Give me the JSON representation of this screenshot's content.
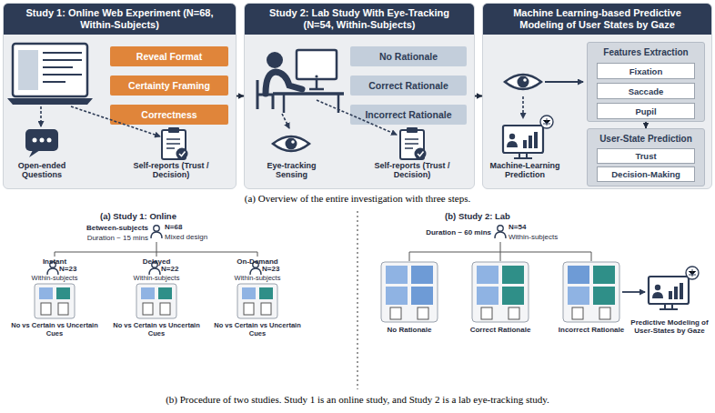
{
  "diagram": {
    "nodes": [
      {
        "text": [
          "Study 1: Online Web Experiment (N=68, Within-Subjects)"
        ]
      },
      {
        "text": [
          "Reveal Format"
        ],
        "in": 0
      },
      {
        "text": [
          "Certainty Framing"
        ],
        "in": 0
      },
      {
        "text": [
          "Correctness"
        ],
        "in": 0
      },
      {
        "text": [
          "Study 2: Lab Study With Eye-Tracking (N=54, Within-Subjects)"
        ]
      },
      {
        "text": [
          "No Rationale"
        ],
        "in": 4
      },
      {
        "text": [
          "Correct Rationale"
        ],
        "in": 4
      },
      {
        "text": [
          "Incorrect Rationale"
        ],
        "in": 4
      },
      {
        "text": [
          "Machine Learning-based Predictive Modeling of User States by Gaze"
        ]
      },
      {
        "text": [
          "Features Extraction"
        ],
        "in": 8
      },
      {
        "text": [
          "Fixation"
        ],
        "in": 9
      },
      {
        "text": [
          "Saccade"
        ],
        "in": 9
      },
      {
        "text": [
          "Pupil"
        ],
        "in": 9
      },
      {
        "text": [
          "User-State Prediction"
        ],
        "in": 8
      },
      {
        "text": [
          "Trust"
        ],
        "in": 13
      },
      {
        "text": [
          "Decision-Making"
        ],
        "in": 13
      }
    ],
    "edges": [
      {
        "from": 0,
        "to": 4,
        "arrow": "to"
      },
      {
        "from": 4,
        "to": 8,
        "arrow": "to"
      },
      {
        "from": 9,
        "to": 13,
        "arrow": "to"
      }
    ],
    "labels": [
      "Open-ended Questions",
      "Self-reports (Trust / Decision)",
      "Eye-tracking Sensing",
      "Self-reports (Trust / Decision)",
      "Machine-Learning Prediction",
      "(a) Overview of the entire investigation with three steps.",
      "(a) Study 1: Online",
      "Between-subjects",
      "Duration ~ 15 mins",
      "N=68",
      "Mixed design",
      "Instant",
      "N=23",
      "Within-subjects",
      "Delayed",
      "N=22",
      "Within-subjects",
      "On-Demand",
      "N=23",
      "Within-subjects",
      "No vs Certain vs Uncertain Cues",
      "No vs Certain vs Uncertain Cues",
      "No vs Certain vs Uncertain Cues",
      "(b) Study 2: Lab",
      "Duration ~ 60 mins",
      "N=54",
      "Within-subjects",
      "No Rationale",
      "Correct Rationale",
      "Incorrect Rationale",
      "Predictive Modeling of User-States by Gaze",
      "(b) Procedure of two studies. Study 1 is an online study, and Study 2 is a lab eye-tracking study."
    ]
  }
}
